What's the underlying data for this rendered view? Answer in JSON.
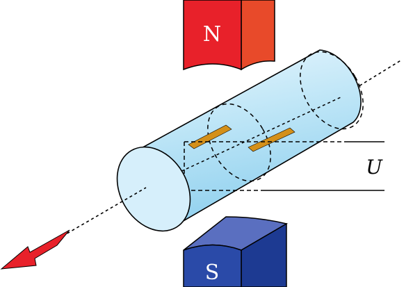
{
  "labels": {
    "north": "N",
    "south": "S",
    "voltage": "U"
  },
  "colors": {
    "north_front": "#e8212a",
    "north_side": "#e84a2a",
    "south_front": "#2a4aa8",
    "south_top": "#5a6fc0",
    "south_side": "#1d3a92",
    "tube_fill": "#bfe6f7",
    "tube_end": "#d6effb",
    "electrode": "#d4901a",
    "arrow": "#e8212a"
  }
}
